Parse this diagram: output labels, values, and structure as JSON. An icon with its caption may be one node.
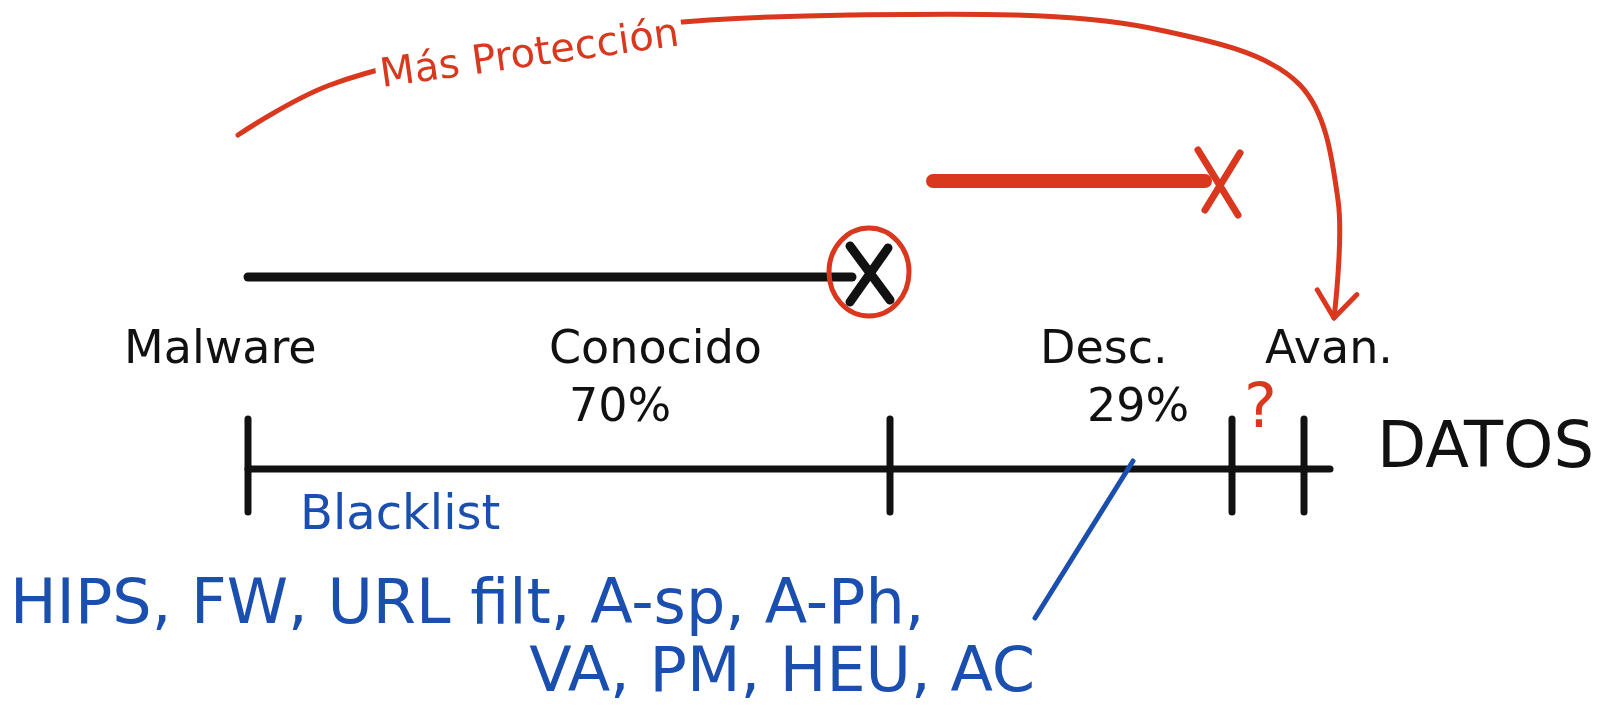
{
  "diagram": {
    "nodes": [
      {
        "text": [
          "Avan."
        ]
      },
      {
        "text": [
          "HIPS, FW, URL filt, A-sp, A-Ph, VA, PM, HEU, AC"
        ]
      }
    ],
    "edges": [
      {
        "from": null,
        "to": 0,
        "arrow": "to",
        "label": "Más Protección",
        "color": "#d9381e"
      },
      {
        "from": 1,
        "to": null,
        "arrow": "none",
        "color": "#1a4fb0"
      }
    ],
    "labels": [
      "Malware",
      "Conocido",
      "70%",
      "Desc.",
      "29%",
      "?",
      "DATOS",
      "Blacklist"
    ]
  }
}
